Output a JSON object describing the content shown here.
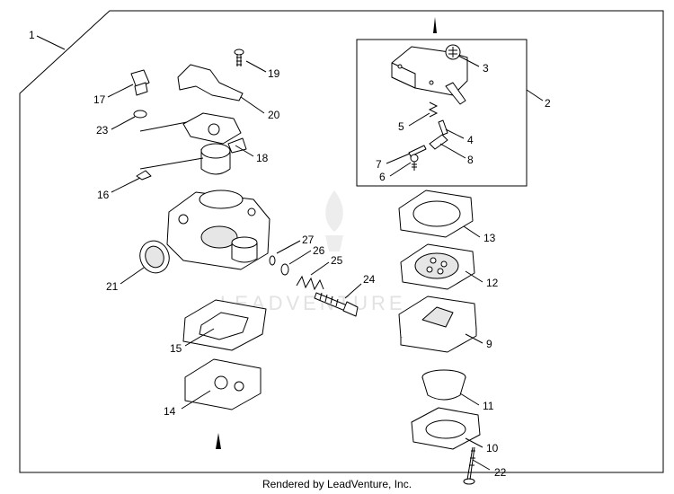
{
  "diagram": {
    "labels": [
      "1",
      "2",
      "3",
      "4",
      "5",
      "6",
      "7",
      "8",
      "9",
      "10",
      "11",
      "12",
      "13",
      "14",
      "15",
      "16",
      "17",
      "18",
      "19",
      "20",
      "21",
      "22",
      "23",
      "24",
      "25",
      "26",
      "27"
    ]
  },
  "watermark": {
    "text": "LEADVENTURE"
  },
  "footer": {
    "text": "Rendered by LeadVenture, Inc."
  }
}
